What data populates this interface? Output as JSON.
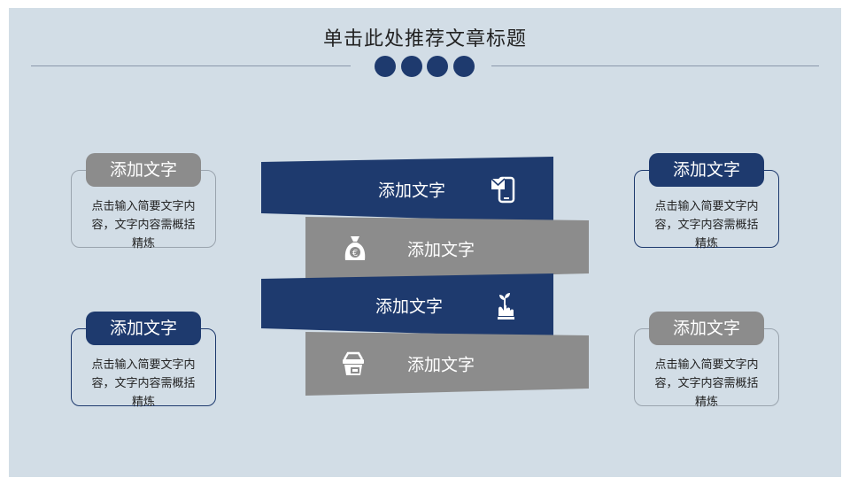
{
  "title": "单击此处推荐文章标题",
  "colors": {
    "navy": "#1e3a6e",
    "grey": "#8c8c8c",
    "background": "#d2dde6"
  },
  "side_boxes": [
    {
      "label": "添加文字",
      "text_lines": [
        "点击输入简要文字内",
        "容，文字内容需概括",
        "精炼"
      ]
    },
    {
      "label": "添加文字",
      "text_lines": [
        "点击输入简要文字内",
        "容，文字内容需概括",
        "精炼"
      ]
    },
    {
      "label": "添加文字",
      "text_lines": [
        "点击输入简要文字内",
        "容，文字内容需概括",
        "精炼"
      ]
    },
    {
      "label": "添加文字",
      "text_lines": [
        "点击输入简要文字内",
        "容，文字内容需概括",
        "精炼"
      ]
    }
  ],
  "bands": [
    {
      "label": "添加文字",
      "icon": "mobile-message-icon"
    },
    {
      "label": "添加文字",
      "icon": "money-bag-euro-icon"
    },
    {
      "label": "添加文字",
      "icon": "hand-plant-icon"
    },
    {
      "label": "添加文字",
      "icon": "basket-box-icon"
    }
  ]
}
